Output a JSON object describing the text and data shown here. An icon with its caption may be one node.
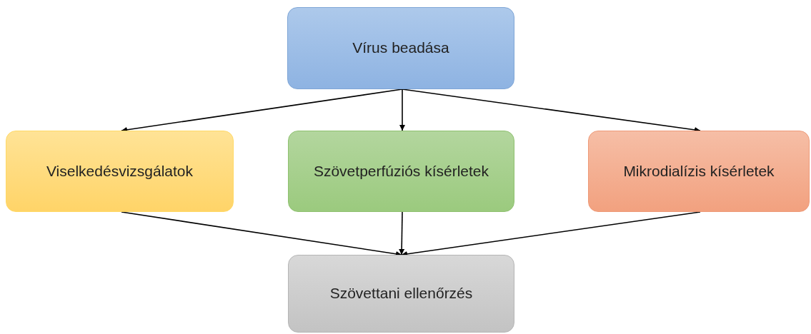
{
  "diagram": {
    "nodes": [
      {
        "text": [
          "Vírus beadása"
        ]
      },
      {
        "text": [
          "Viselkedésvizsgálatok"
        ]
      },
      {
        "text": [
          "Szövetperfúziós kísérletek"
        ]
      },
      {
        "text": [
          "Mikrodialízis kísérletek"
        ]
      },
      {
        "text": [
          "Szövettani ellenőrzés"
        ]
      }
    ],
    "edges": [
      {
        "from": 0,
        "to": 1,
        "arrow": "to"
      },
      {
        "from": 0,
        "to": 2,
        "arrow": "to"
      },
      {
        "from": 0,
        "to": 3,
        "arrow": "to"
      },
      {
        "from": 1,
        "to": 4,
        "arrow": "to"
      },
      {
        "from": 2,
        "to": 4,
        "arrow": "to"
      },
      {
        "from": 3,
        "to": 4,
        "arrow": "to"
      }
    ]
  }
}
